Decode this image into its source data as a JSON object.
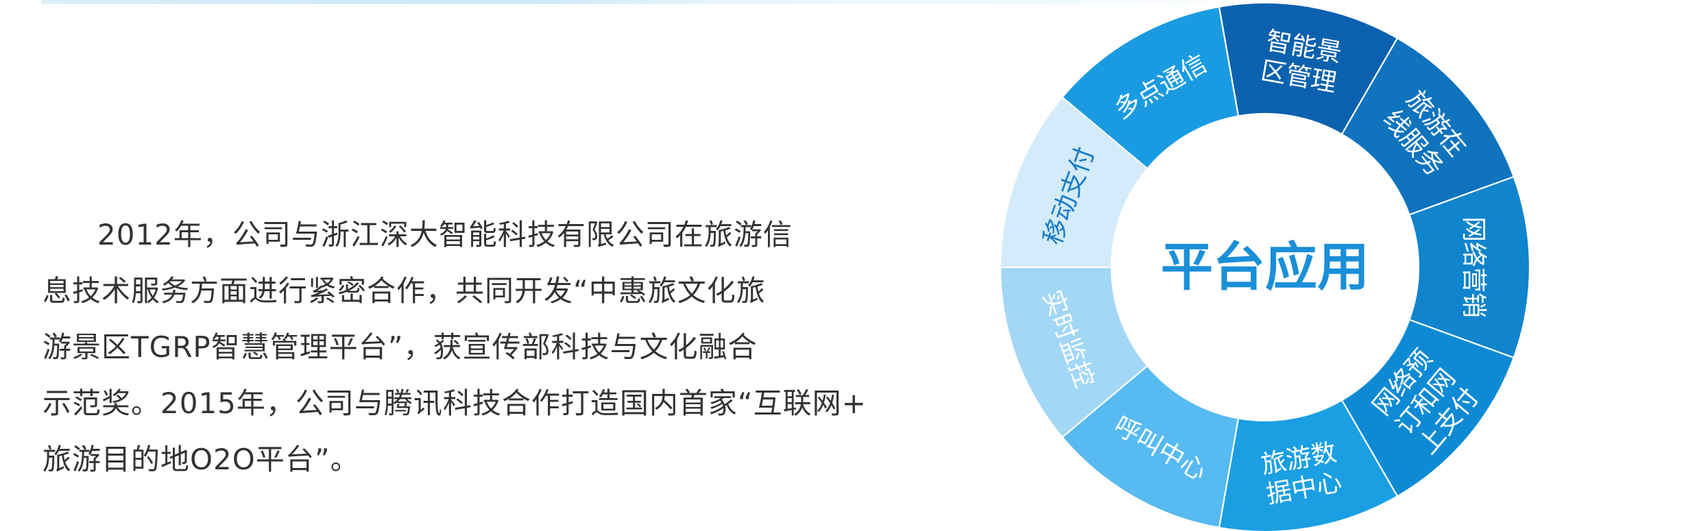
{
  "paragraph": {
    "lines": [
      "2012年，公司与浙江深大智能科技有限公司在旅游信",
      "息技术服务方面进行紧密合作，共同开发“中惠旅文化旅",
      "游景区TGRP智慧管理平台”，获宣传部科技与文化融合",
      "示范奖。2015年，公司与腾讯科技合作打造国内首家“互联网+",
      "旅游目的地O2O平台”。"
    ]
  },
  "diagram": {
    "center_label": "平台应用",
    "center_color": "#1a8fd8",
    "segments": [
      {
        "lines": [
          "智能景",
          "区管理"
        ],
        "color": "#0c61ae",
        "text_color": "#ffffff"
      },
      {
        "lines": [
          "旅游在",
          "线服务"
        ],
        "color": "#0f73bd",
        "text_color": "#ffffff"
      },
      {
        "lines": [
          "网络营销"
        ],
        "color": "#1084cc",
        "text_color": "#ffffff"
      },
      {
        "lines": [
          "网络预",
          "订和网",
          "上支付"
        ],
        "color": "#0e8ad4",
        "text_color": "#ffffff"
      },
      {
        "lines": [
          "旅游数",
          "据中心"
        ],
        "color": "#1a9fe3",
        "text_color": "#ffffff"
      },
      {
        "lines": [
          "呼叫中心"
        ],
        "color": "#57baf0",
        "text_color": "#ffffff"
      },
      {
        "lines": [
          "实时监控"
        ],
        "color": "#a3d7f6",
        "text_color": "#ffffff"
      },
      {
        "lines": [
          "移动支付"
        ],
        "color": "#d3ebfa",
        "text_color": "#1b7cc6"
      },
      {
        "lines": [
          "多点通信"
        ],
        "color": "#1a9be1",
        "text_color": "#ffffff"
      }
    ]
  }
}
